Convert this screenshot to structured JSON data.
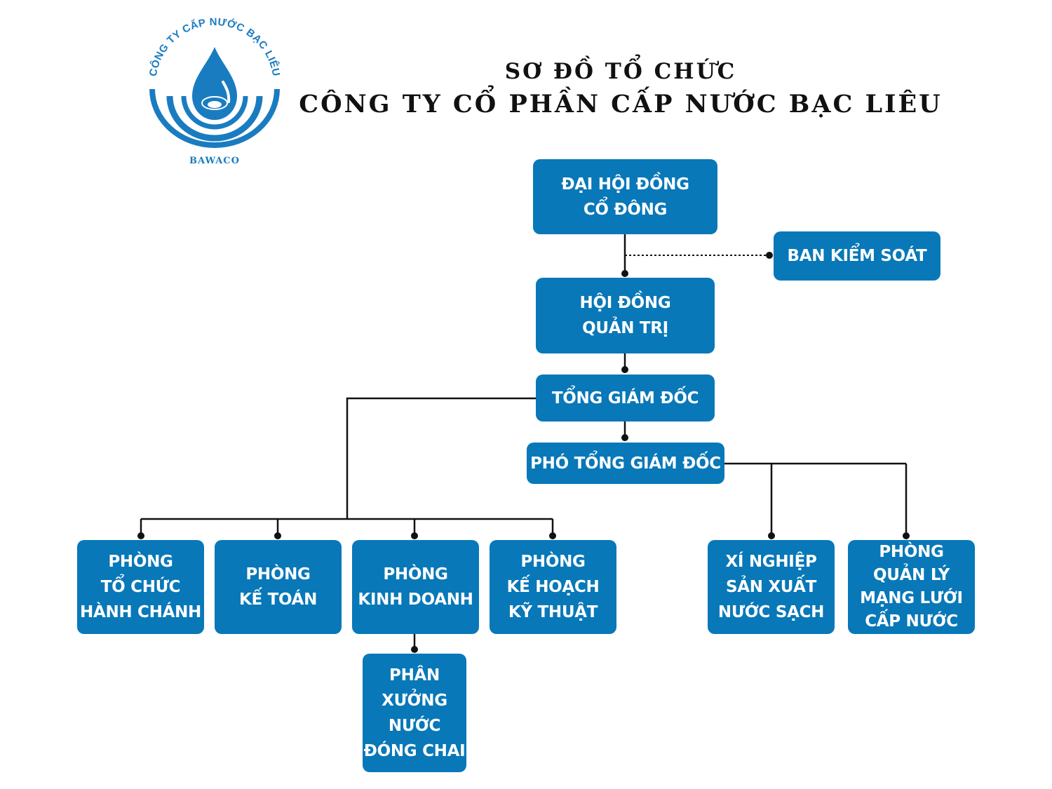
{
  "logo": {
    "arc_text": "CÔNG TY CẤP NƯỚC BẠC LIÊU",
    "brand": "BAWACO",
    "icon": "water-drop-icon",
    "color": "#1a7cc0"
  },
  "title": {
    "line1": "SƠ ĐỒ TỔ CHỨC",
    "line2": "CÔNG TY CỔ PHẦN CẤP NƯỚC BẠC LIÊU"
  },
  "colors": {
    "box": "#0878b8",
    "box_text": "#ffffff",
    "line": "#111111"
  },
  "org": {
    "shareholders": "ĐẠI HỘI ĐỒNG\nCỔ ĐÔNG",
    "supervisory": "BAN KIỂM SOÁT",
    "board": "HỘI ĐỒNG\nQUẢN TRỊ",
    "ceo": "TỔNG GIÁM ĐỐC",
    "deputy_ceo": "PHÓ TỔNG GIÁM ĐỐC",
    "departments": [
      "PHÒNG\nTỔ CHỨC\nHÀNH CHÁNH",
      "PHÒNG\nKẾ TOÁN",
      "PHÒNG\nKINH DOANH",
      "PHÒNG\nKẾ HOẠCH\nKỸ THUẬT"
    ],
    "bottled_water": "PHÂN\nXƯỞNG\nNƯỚC\nĐÓNG CHAI",
    "production": "XÍ NGHIỆP\nSẢN XUẤT\nNƯỚC SẠCH",
    "network": "PHÒNG\nQUẢN LÝ\nMẠNG LƯỚI\nCẤP NƯỚC"
  }
}
